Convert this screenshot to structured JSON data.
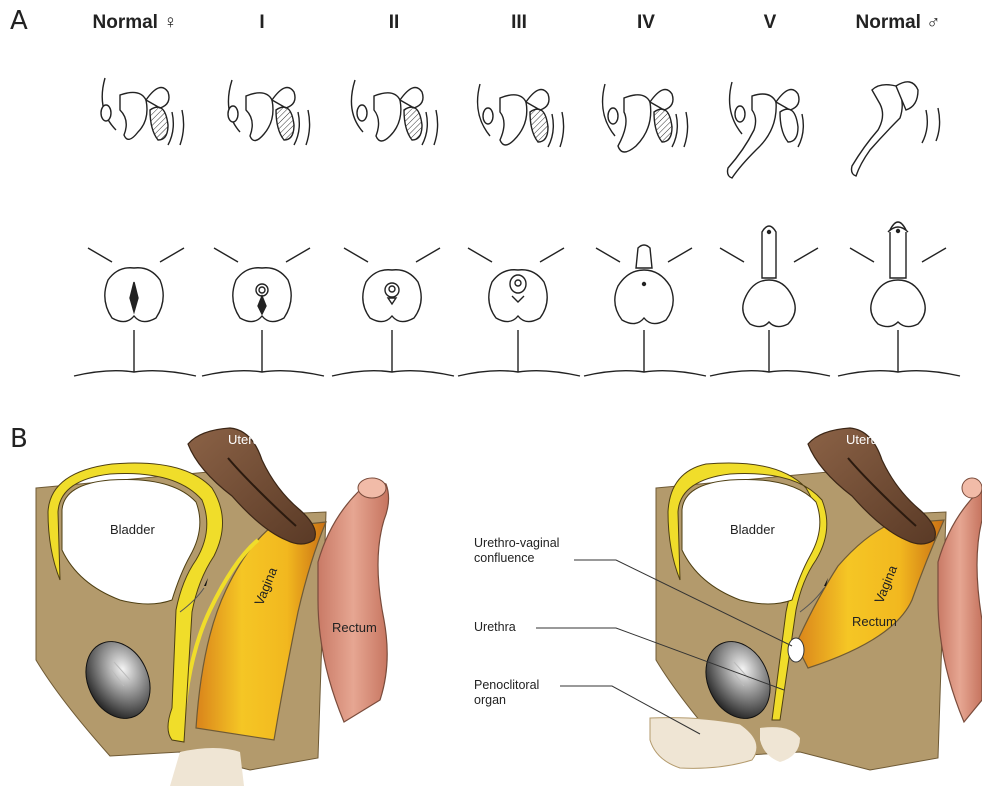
{
  "panels": {
    "a": "A",
    "b": "B"
  },
  "stages": [
    "Normal ♀",
    "I",
    "II",
    "III",
    "IV",
    "V",
    "Normal ♂"
  ],
  "anatomy": {
    "uterus": "Uterus",
    "bladder": "Bladder",
    "vagina": "Vagina",
    "rectum": "Rectum"
  },
  "callouts": {
    "confluence_line1": "Urethro-vaginal",
    "confluence_line2": "confluence",
    "urethra": "Urethra",
    "organ_line1": "Penoclitoral",
    "organ_line2": "organ"
  },
  "colors": {
    "tissue": "#b39a6c",
    "tissue_dark": "#8f7648",
    "uterus": "#6e4a33",
    "vagina": "#f1c21d",
    "vagina_outer": "#d88c1e",
    "rectum": "#d9907a",
    "bladder_wall": "#f0dd2a",
    "skin": "#efe5d4"
  }
}
